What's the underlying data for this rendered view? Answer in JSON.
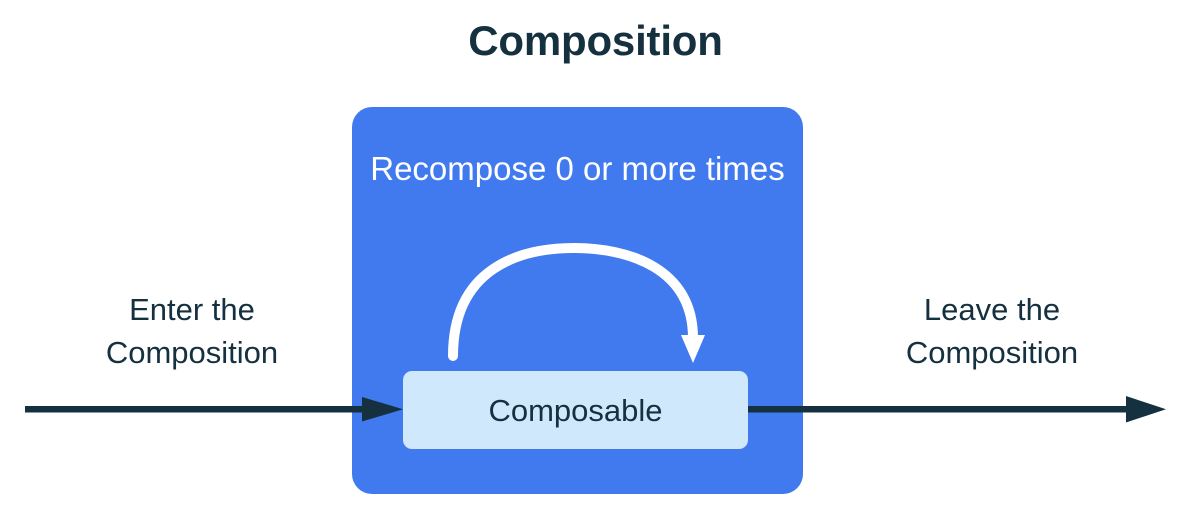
{
  "diagram": {
    "title": "Composition",
    "blue_region": {
      "name": "composition-region",
      "fill": "#4179EE",
      "caption": "Recompose 0 or more times"
    },
    "composable": {
      "label": "Composable",
      "fill": "#D0E8FB",
      "text_color": "#15303F"
    },
    "flow": {
      "enter_label": "Enter the Composition",
      "leave_label": "Leave the Composition",
      "arrow_color": "#15303F",
      "loop_arrow_color": "#FFFFFF"
    },
    "colors": {
      "background": "#FFFFFF",
      "accent_blue": "#4179EE",
      "light_blue": "#D0E8FB",
      "dark_navy": "#15303F",
      "white": "#FFFFFF"
    }
  }
}
